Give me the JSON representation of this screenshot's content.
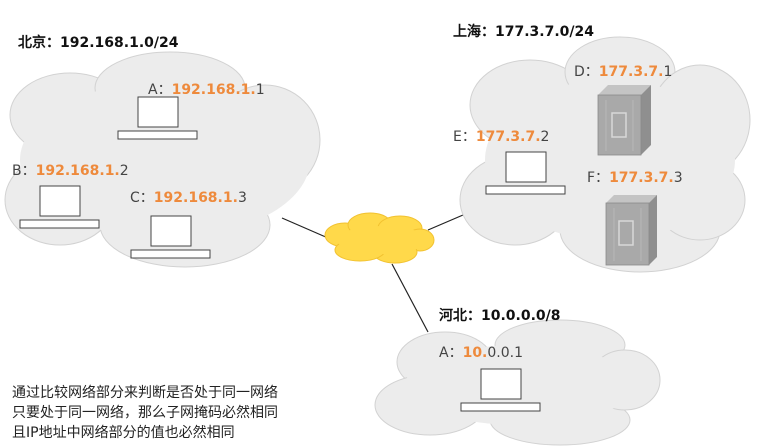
{
  "regions": {
    "beijing": {
      "title": "北京：192.168.1.0/24"
    },
    "shanghai": {
      "title": "上海：177.3.7.0/24"
    },
    "hebei": {
      "title": "河北：10.0.0.0/8"
    }
  },
  "hosts": {
    "bj_a": {
      "name": "A：",
      "net": "192.168.1.",
      "host": "1"
    },
    "bj_b": {
      "name": "B：",
      "net": "192.168.1.",
      "host": "2"
    },
    "bj_c": {
      "name": "C：",
      "net": "192.168.1.",
      "host": "3"
    },
    "sh_d": {
      "name": "D：",
      "net": "177.3.7.",
      "host": "1"
    },
    "sh_e": {
      "name": "E：",
      "net": "177.3.7.",
      "host": "2"
    },
    "sh_f": {
      "name": "F：",
      "net": "177.3.7.",
      "host": "3"
    },
    "hb_a": {
      "name": "A：",
      "net": "10.",
      "host": "0.0.1"
    }
  },
  "notes": {
    "line1": "通过比较网络部分来判断是否处于同一网络",
    "line2": "只要处于同一网络，那么子网掩码必然相同",
    "line3": "且IP地址中网络部分的值也必然相同"
  },
  "colors": {
    "cloud": "#ececec",
    "cloud_stroke": "#d2d2d2",
    "internet": "#ffd94a",
    "network_part": "#ee8a3c",
    "server": "#a9a9a9"
  },
  "icons": {
    "computer": "laptop-icon",
    "server": "server-icon",
    "internet": "internet-cloud-icon"
  }
}
